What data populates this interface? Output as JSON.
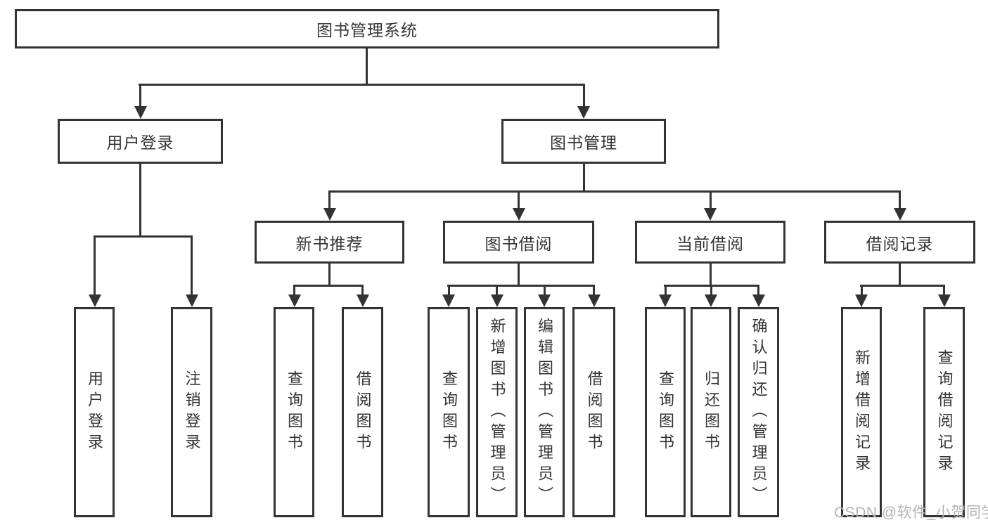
{
  "diagram": {
    "root": "图书管理系统",
    "branches": [
      {
        "label": "用户登录",
        "children": [
          "用户登录",
          "注销登录"
        ]
      },
      {
        "label": "图书管理",
        "modules": [
          {
            "label": "新书推荐",
            "children": [
              "查询图书",
              "借阅图书"
            ]
          },
          {
            "label": "图书借阅",
            "children": [
              "查询图书",
              "新增图书（管理员）",
              "编辑图书（管理员）",
              "借阅图书"
            ]
          },
          {
            "label": "当前借阅",
            "children": [
              "查询图书",
              "归还图书",
              "确认归还（管理员）"
            ]
          },
          {
            "label": "借阅记录",
            "children": [
              "新增借阅记录",
              "查询借阅记录"
            ]
          }
        ]
      }
    ]
  },
  "colors": {
    "line": "#333333",
    "text": "#333333",
    "watermark": "#b3b3b3",
    "background": "#ffffff"
  },
  "watermark": "CSDN @软件_小贺同学"
}
